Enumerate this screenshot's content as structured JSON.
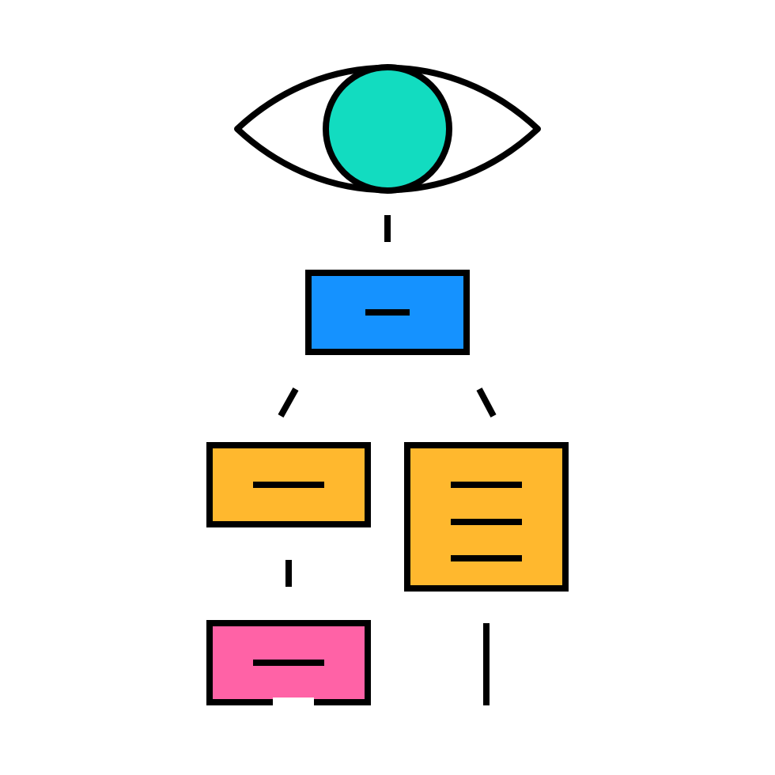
{
  "diagram": {
    "icon": "eye-flowchart-icon",
    "nodes": [
      {
        "id": "eye",
        "icon": "eye-icon",
        "iris_color": "#12dcc0"
      },
      {
        "id": "top-box",
        "color": "#1592ff",
        "lines": 1
      },
      {
        "id": "left-box",
        "color": "#ffb82e",
        "lines": 1
      },
      {
        "id": "right-box",
        "color": "#ffb82e",
        "lines": 3
      },
      {
        "id": "bottom-box",
        "color": "#ff62a6",
        "lines": 1
      }
    ],
    "connectors": [
      {
        "from": "eye",
        "to": "top-box",
        "style": "dashed"
      },
      {
        "from": "top-box",
        "to": "left-box",
        "style": "dashed"
      },
      {
        "from": "top-box",
        "to": "right-box",
        "style": "dashed"
      },
      {
        "from": "left-box",
        "to": "bottom-box",
        "style": "dashed"
      },
      {
        "from": "right-box",
        "to": "bottom",
        "style": "solid"
      }
    ],
    "stroke_color": "#000000",
    "background": "#ffffff"
  }
}
